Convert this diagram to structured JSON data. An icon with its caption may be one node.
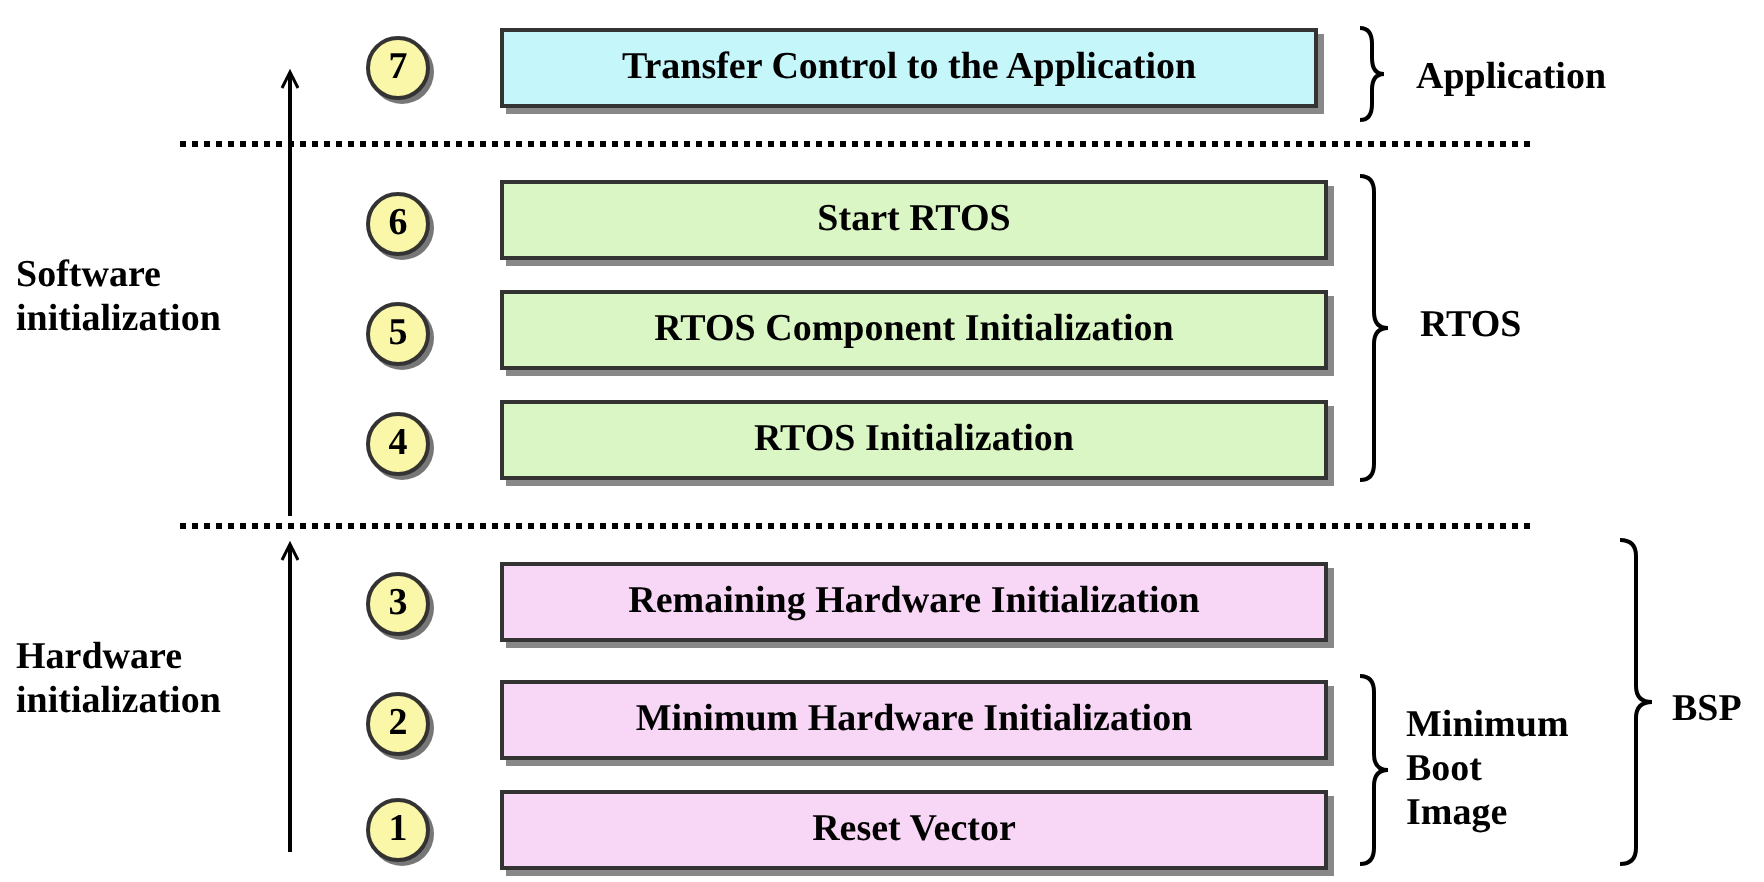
{
  "diagram": {
    "nodes": [
      {
        "text": [
          "7"
        ]
      },
      {
        "text": [
          "Transfer Control to the Application"
        ]
      },
      {
        "text": [
          "6"
        ]
      },
      {
        "text": [
          "Start RTOS"
        ]
      },
      {
        "text": [
          "5"
        ]
      },
      {
        "text": [
          "RTOS Component Initialization"
        ]
      },
      {
        "text": [
          "4"
        ]
      },
      {
        "text": [
          "RTOS Initialization"
        ]
      },
      {
        "text": [
          "3"
        ]
      },
      {
        "text": [
          "Remaining Hardware Initialization"
        ]
      },
      {
        "text": [
          "2"
        ]
      },
      {
        "text": [
          "Minimum Hardware Initialization"
        ]
      },
      {
        "text": [
          "1"
        ]
      },
      {
        "text": [
          "Reset Vector"
        ]
      }
    ],
    "edges": [],
    "labels": [
      "Application",
      "Software initialization",
      "RTOS",
      "Hardware initialization",
      "BSP",
      "Minimum Boot Image"
    ]
  }
}
